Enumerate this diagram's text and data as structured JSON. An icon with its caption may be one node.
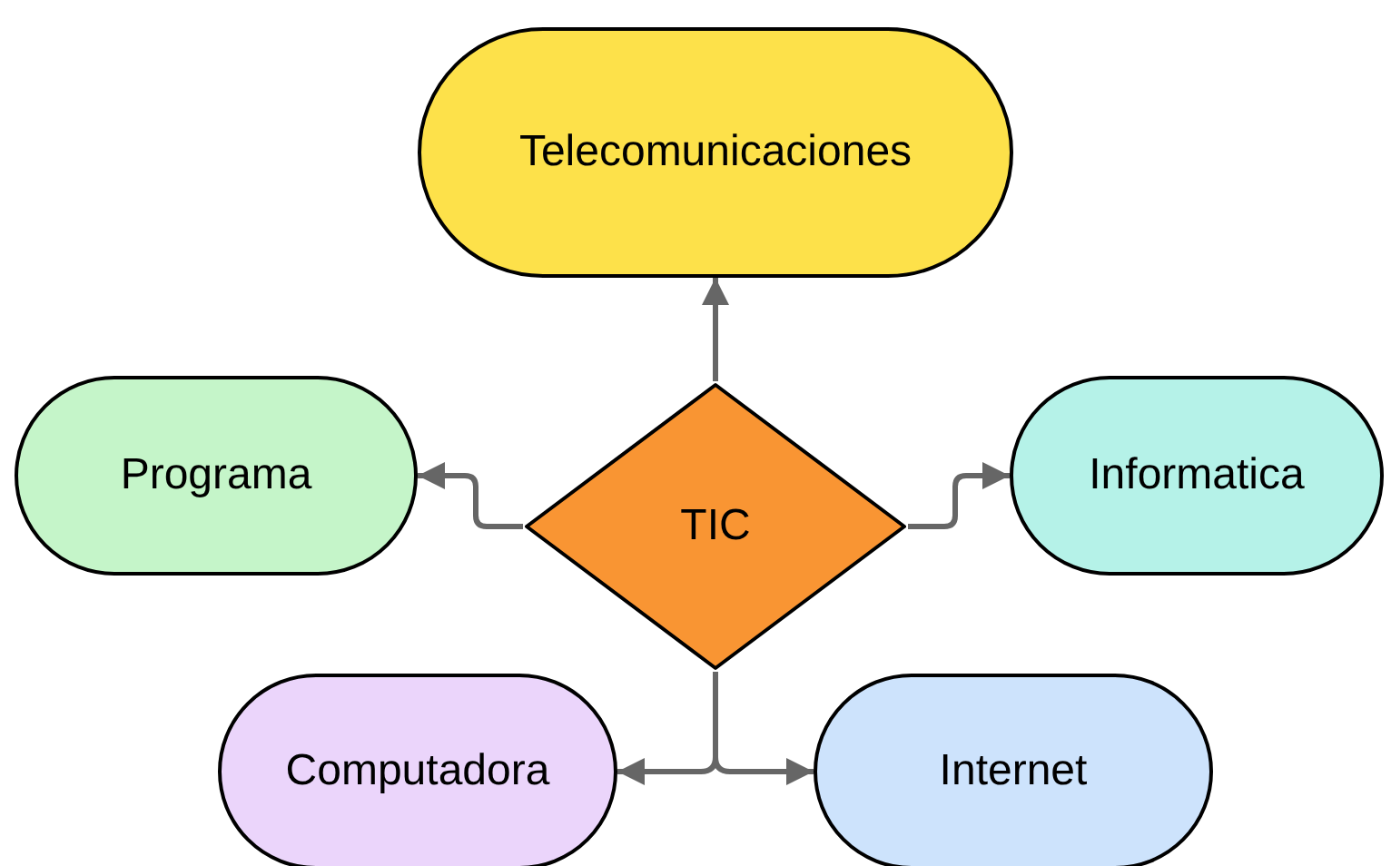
{
  "diagram": {
    "nodes": [
      {
        "text": [
          "Telecomunicaciones"
        ]
      },
      {
        "text": [
          "Programa"
        ]
      },
      {
        "text": [
          "TIC"
        ]
      },
      {
        "text": [
          "Informatica"
        ]
      },
      {
        "text": [
          "Computadora"
        ]
      },
      {
        "text": [
          "Internet"
        ]
      }
    ],
    "edges": [
      {
        "from": 2,
        "to": 0,
        "arrow": "to"
      },
      {
        "from": 2,
        "to": 1,
        "arrow": "to"
      },
      {
        "from": 2,
        "to": 3,
        "arrow": "to"
      },
      {
        "from": 2,
        "to": 4,
        "arrow": "to"
      },
      {
        "from": 2,
        "to": 5,
        "arrow": "to"
      }
    ]
  }
}
